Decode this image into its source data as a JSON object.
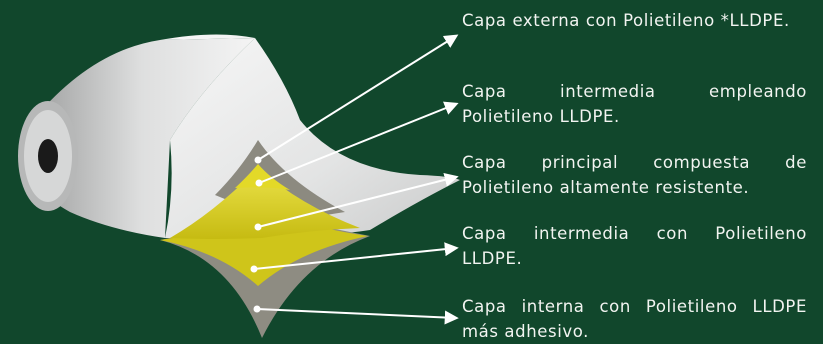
{
  "labels": [
    {
      "id": "outer",
      "text": "Capa externa con Polietileno *LLDPE."
    },
    {
      "id": "intermediate-1",
      "text": "Capa intermedia empleando Polietileno LLDPE."
    },
    {
      "id": "main",
      "text": "Capa principal compuesta de Polietileno altamente resistente."
    },
    {
      "id": "intermediate-2",
      "text": "Capa intermedia con Polietileno LLDPE."
    },
    {
      "id": "inner",
      "text": "Capa interna con Polietileno LLDPE más adhesivo."
    }
  ],
  "colors": {
    "background": "#11472c",
    "outer_film": "#e9eaea",
    "yellow_layer": "#d9cf1a",
    "grey_layer": "#8c8a80",
    "arrows": "#ffffff"
  }
}
